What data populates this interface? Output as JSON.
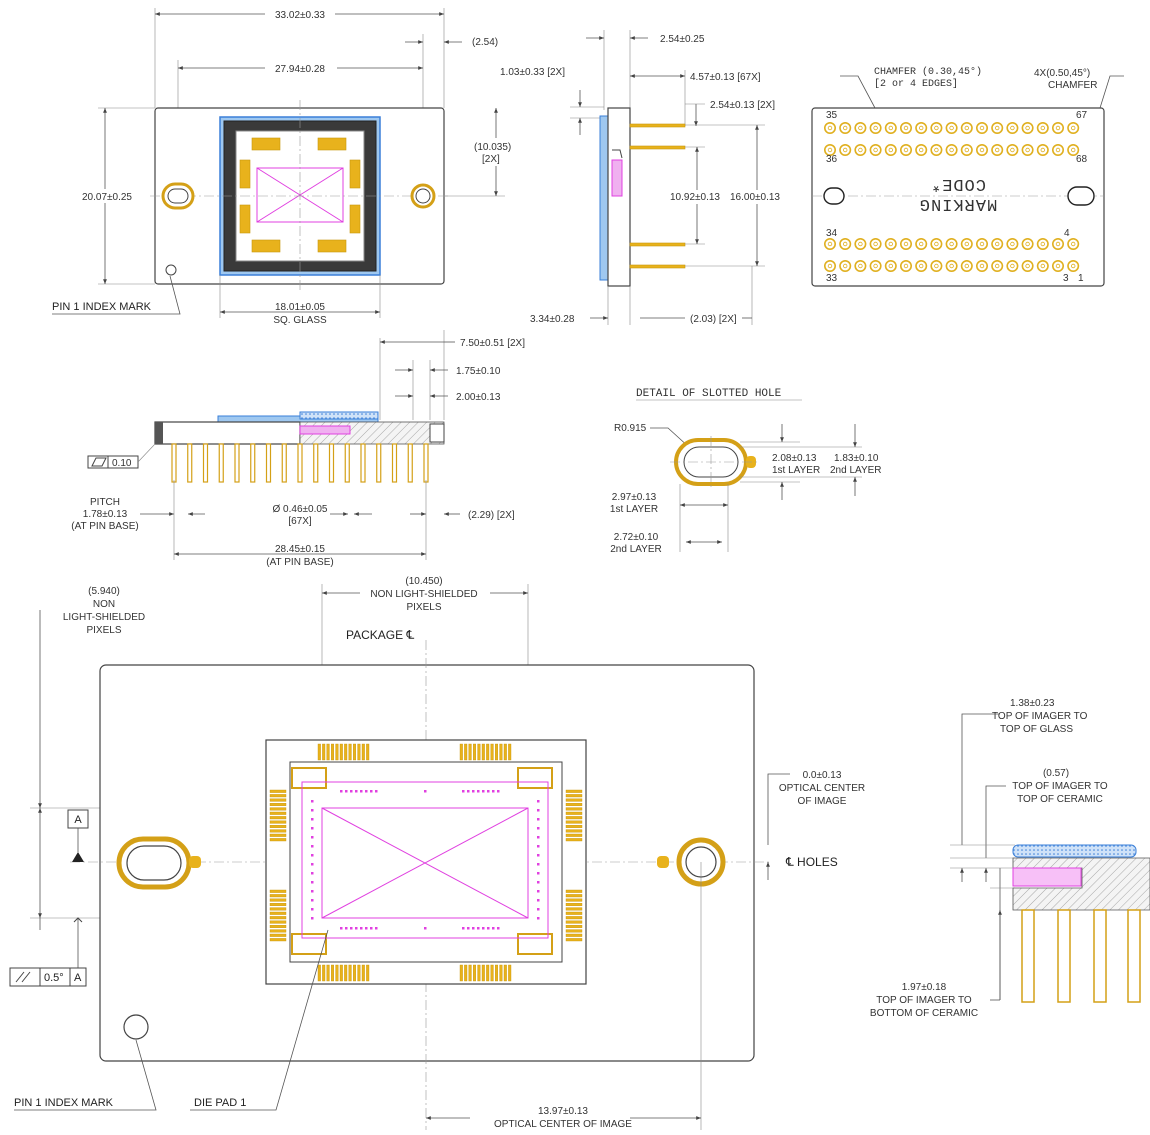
{
  "top_view": {
    "dim_overall_width": "33.02±0.33",
    "dim_hole_spacing": "27.94±0.28",
    "dim_hole_offset": "(2.54)",
    "dim_height": "20.07±0.25",
    "dim_half_height": "(10.035)",
    "dim_half_height_count": "[2X]",
    "dim_glass": "18.01±0.05",
    "dim_glass_label": "SQ. GLASS",
    "pin1_label": "PIN 1 INDEX MARK"
  },
  "side_view": {
    "dim_thickness": "2.54±0.25",
    "dim_glass_offset": "1.03±0.33 [2X]",
    "dim_pin_length": "4.57±0.13 [67X]",
    "dim_pin_offset": "2.54±0.13 [2X]",
    "dim_inner_pins": "10.92±0.13",
    "dim_outer_pins": "16.00±0.13",
    "dim_base": "3.34±0.28",
    "dim_edge": "(2.03) [2X]"
  },
  "bottom_view": {
    "chamfer_note_1": "CHAMFER (0.30,45°)",
    "chamfer_note_2": "[2 or 4 EDGES]",
    "corner_note_1": "4X(0.50,45°)",
    "corner_note_2": "CHAMFER",
    "marking_1": "MARKING",
    "marking_2": "CODE*",
    "pin_35": "35",
    "pin_67": "67",
    "pin_36": "36",
    "pin_68": "68",
    "pin_34": "34",
    "pin_4": "4",
    "pin_33": "33",
    "pin_3": "3",
    "pin_1": "1"
  },
  "front_view": {
    "dim_slot": "7.50±0.51 [2X]",
    "dim_step1": "1.75±0.10",
    "dim_step2": "2.00±0.13",
    "flatness": "0.10",
    "pitch_1": "PITCH",
    "pitch_2": "1.78±0.13",
    "pitch_3": "(AT PIN BASE)",
    "dim_pin_dia": "Ø 0.46±0.05",
    "dim_pin_dia_count": "[67X]",
    "dim_pin_edge": "(2.29) [2X]",
    "dim_pin_span": "28.45±0.15",
    "dim_pin_span_note": "(AT PIN BASE)"
  },
  "slot_detail": {
    "title": "DETAIL OF SLOTTED HOLE",
    "radius": "R0.915",
    "w1": "2.08±0.13",
    "w1_label": "1st LAYER",
    "w2": "1.83±0.10",
    "w2_label": "2nd LAYER",
    "l1": "2.97±0.13",
    "l1_label": "1st LAYER",
    "l2": "2.72±0.10",
    "l2_label": "2nd LAYER"
  },
  "large_view": {
    "nls_left_1": "(5.940)",
    "nls_left_2": "NON",
    "nls_left_3": "LIGHT-SHIELDED",
    "nls_left_4": "PIXELS",
    "nls_top_1": "(10.450)",
    "nls_top_2": "NON LIGHT-SHIELDED",
    "nls_top_3": "PIXELS",
    "package_cl": "PACKAGE ℄",
    "datum_a": "A",
    "optical_1": "0.0±0.13",
    "optical_2": "OPTICAL CENTER",
    "optical_3": "OF IMAGE",
    "holes_cl": "℄ HOLES",
    "parallel_tol": "0.5°",
    "parallel_datum": "A",
    "pin1_label": "PIN 1 INDEX MARK",
    "die_pad": "DIE PAD 1",
    "dim_optical_1": "13.97±0.13",
    "dim_optical_2": "OPTICAL CENTER OF IMAGE"
  },
  "section_view": {
    "glass_1": "1.38±0.23",
    "glass_2": "TOP OF IMAGER TO",
    "glass_3": "TOP OF GLASS",
    "ceramic_1": "(0.57)",
    "ceramic_2": "TOP OF IMAGER TO",
    "ceramic_3": "TOP OF CERAMIC",
    "bottom_1": "1.97±0.18",
    "bottom_2": "TOP OF IMAGER TO",
    "bottom_3": "BOTTOM OF CERAMIC"
  }
}
